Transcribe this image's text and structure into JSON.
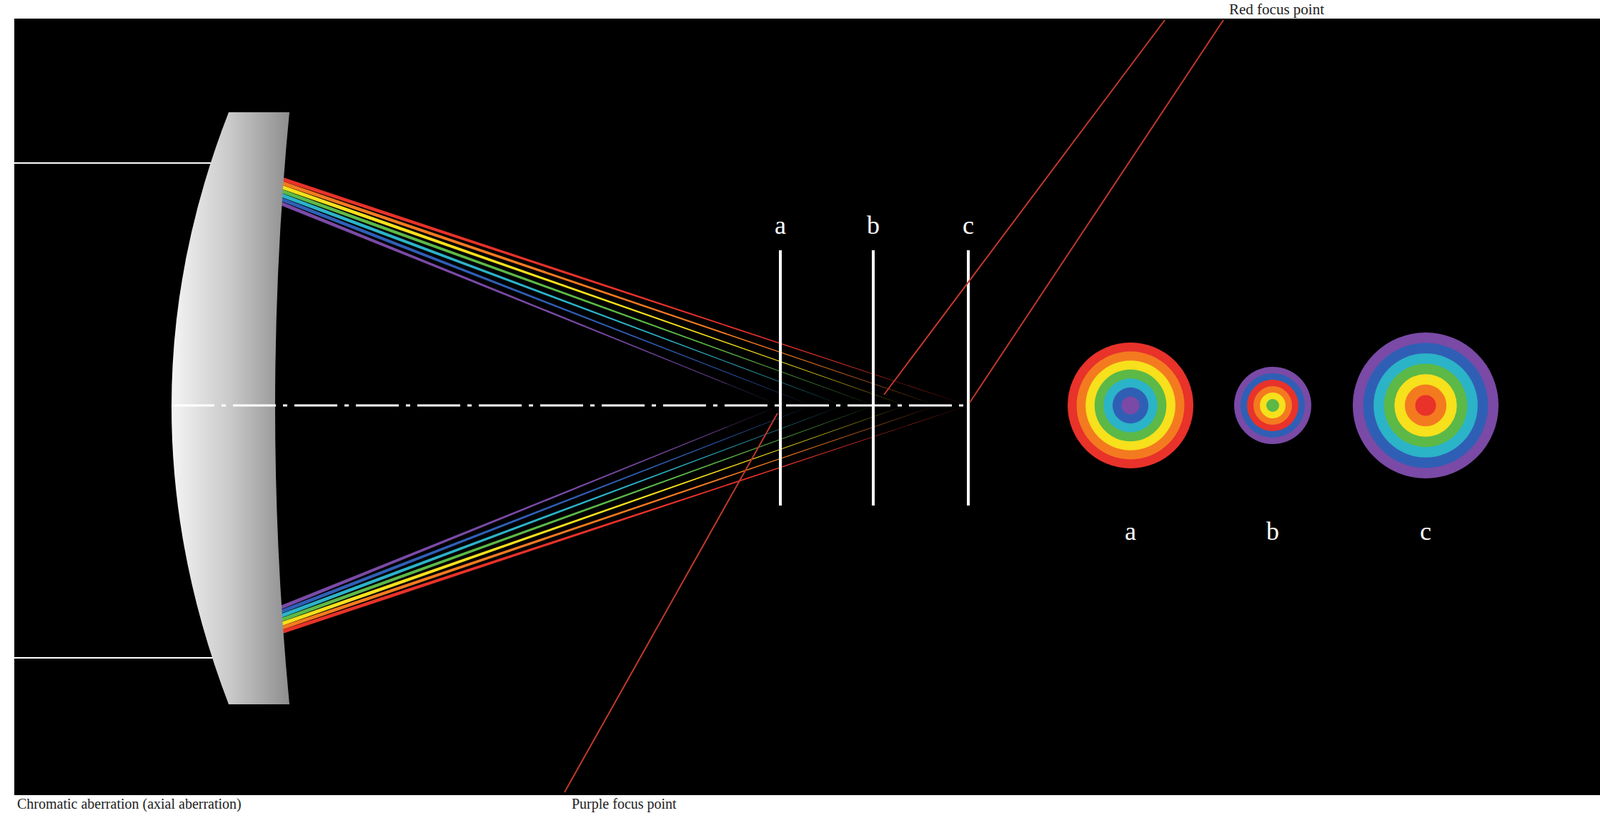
{
  "diagram": {
    "labels": [
      "a",
      "b",
      "c",
      "a",
      "b",
      "c",
      "Red focus point",
      "Chromatic aberration (axial aberration)",
      "Purple focus point"
    ]
  }
}
